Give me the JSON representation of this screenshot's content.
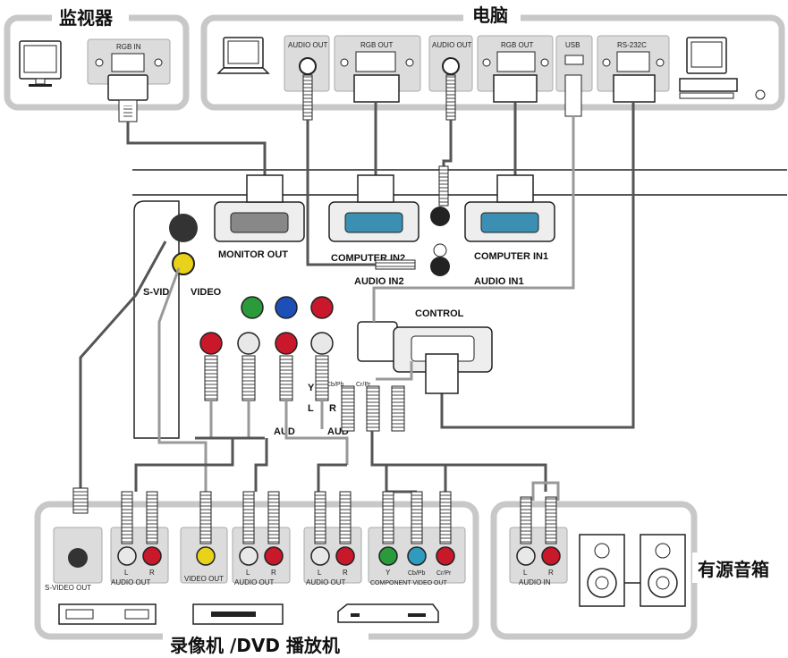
{
  "groups": {
    "monitor": "监视器",
    "computer": "电脑",
    "vcr_dvd": "录像机 /DVD 播放机",
    "speakers": "有源音箱"
  },
  "ports": {
    "monitor_rgb_in": "RGB IN",
    "pc1_audio_out": "AUDIO OUT",
    "pc1_rgb_out": "RGB OUT",
    "pc2_audio_out": "AUDIO OUT",
    "pc2_rgb_out": "RGB OUT",
    "pc2_usb": "USB",
    "pc2_rs232c": "RS-232C"
  },
  "projector": {
    "monitor_out": "MONITOR OUT",
    "computer_in2": "COMPUTER IN2",
    "computer_in1": "COMPUTER IN1",
    "audio_in2": "AUDIO IN2",
    "audio_in1": "AUDIO IN1",
    "control": "CONTROL",
    "s_video": "S-VID",
    "video": "VIDEO",
    "y": "Y",
    "cb": "Cb/Pb",
    "cr": "Cr/Pr",
    "l": "L",
    "r": "R",
    "audio_a": "AUD",
    "audio_b": "AUD"
  },
  "sources": {
    "s_video_out": "S-VIDEO OUT",
    "l1": "L",
    "r1": "R",
    "audio_out1": "AUDIO OUT",
    "video_out": "VIDEO OUT",
    "l2": "L",
    "r2": "R",
    "audio_out2": "AUDIO OUT",
    "l3": "L",
    "r3": "R",
    "audio_out3": "AUDIO OUT",
    "y": "Y",
    "cb": "Cb/Pb",
    "cr": "Cr/Pr",
    "component_video_out": "COMPONENT VIDEO OUT"
  },
  "speaker_ports": {
    "l": "L",
    "r": "R",
    "audio_in": "AUDIO IN"
  },
  "colors": {
    "frame": "#c8c8c8",
    "green": "#2a9a3a",
    "blue": "#1d4fb8",
    "red": "#c8182a",
    "yellow": "#e8d21a",
    "cyan": "#2f9bbf",
    "white_jack": "#e8e8e8"
  }
}
